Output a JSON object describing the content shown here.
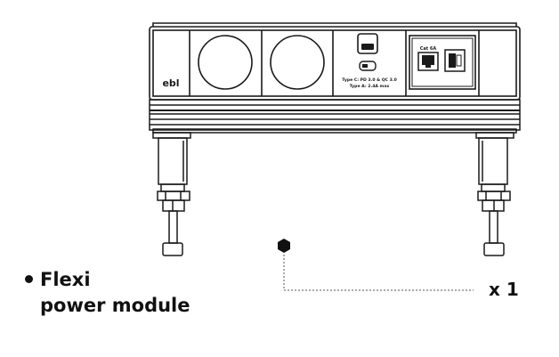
{
  "caption": {
    "line1": "Flexi",
    "line2": "power module"
  },
  "quantity": "x 1",
  "module": {
    "brand": "ebl",
    "usb_label_1": "Type C: PD 3.0 & QC 3.0",
    "usb_label_2": "Type A: 2.4A max",
    "data_port_label": "Cat 6A"
  },
  "colors": {
    "line": "#1a1a1a",
    "leader": "#555555"
  }
}
